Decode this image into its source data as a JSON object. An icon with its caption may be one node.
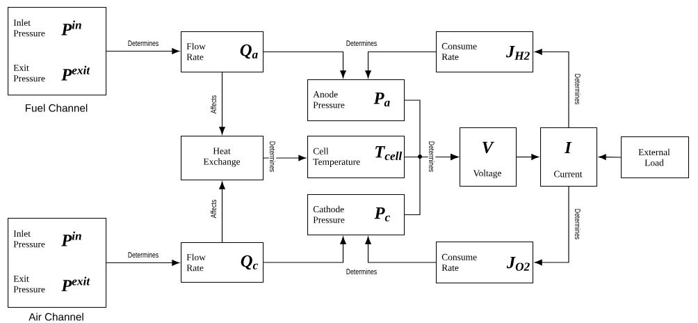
{
  "diagram": {
    "nodes": [
      {
        "text": [
          "Inlet Pressure",
          "P$^{in}$",
          "Exit Pressure",
          "P$^{exit}$",
          "Fuel Channel"
        ]
      },
      {
        "text": [
          "Flow Rate",
          "Q$_{a}$"
        ]
      },
      {
        "text": [
          "Anode Pressure",
          "P$_{a}$"
        ]
      },
      {
        "text": [
          "Consume Rate",
          "J$_{H2}$"
        ]
      },
      {
        "text": [
          "Heat Exchange"
        ]
      },
      {
        "text": [
          "Cell Temperature",
          "T$_{cell}$"
        ]
      },
      {
        "text": [
          "V",
          "Voltage"
        ]
      },
      {
        "text": [
          "I",
          "Current"
        ]
      },
      {
        "text": [
          "External Load"
        ]
      },
      {
        "text": [
          "Cathode Pressure",
          "P$_{c}$"
        ]
      },
      {
        "text": [
          "Inlet Pressure",
          "P$^{in}$",
          "Exit Pressure",
          "P$^{exit}$",
          "Air Channel"
        ]
      },
      {
        "text": [
          "Flow Rate",
          "Q$_{c}$"
        ]
      },
      {
        "text": [
          "Consume Rate",
          "J$_{O2}$"
        ]
      }
    ],
    "edges": [
      {
        "from": 0,
        "to": 1,
        "arrow": "to",
        "label": "Determines"
      },
      {
        "from": 1,
        "to": 4,
        "arrow": "to",
        "label": "Affects"
      },
      {
        "from": 1,
        "to": 2,
        "arrow": "to",
        "label": "Determines"
      },
      {
        "from": 3,
        "to": 2,
        "arrow": "to"
      },
      {
        "from": 4,
        "to": 5,
        "arrow": "to",
        "label": "Determines"
      },
      {
        "from": 5,
        "to": 6,
        "arrow": "to",
        "label": "Determines"
      },
      {
        "from": 2,
        "to": 6,
        "arrow": "to"
      },
      {
        "from": 9,
        "to": 6,
        "arrow": "to"
      },
      {
        "from": 6,
        "to": 7,
        "arrow": "to"
      },
      {
        "from": 8,
        "to": 7,
        "arrow": "to"
      },
      {
        "from": 7,
        "to": 3,
        "arrow": "to",
        "label": "Determines"
      },
      {
        "from": 7,
        "to": 12,
        "arrow": "to",
        "label": "Determines"
      },
      {
        "from": 10,
        "to": 11,
        "arrow": "to",
        "label": "Determines"
      },
      {
        "from": 11,
        "to": 4,
        "arrow": "to",
        "label": "Affects"
      },
      {
        "from": 11,
        "to": 9,
        "arrow": "to",
        "label": "Determines"
      },
      {
        "from": 12,
        "to": 9,
        "arrow": "to"
      }
    ]
  }
}
